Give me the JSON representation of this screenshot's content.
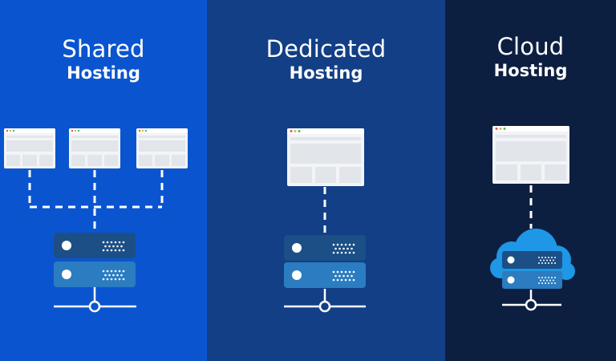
{
  "columns": [
    {
      "title": "Shared",
      "subtitle": "Hosting"
    },
    {
      "title": "Dedicated",
      "subtitle": "Hosting"
    },
    {
      "title": "Cloud",
      "subtitle": "Hosting"
    }
  ],
  "colors": {
    "shared_bg": "#0a55cf",
    "dedicated_bg": "#123f86",
    "cloud_bg": "#0d1f40",
    "server_dark": "#1b4f86",
    "server_light": "#2b7cc0",
    "cloud_fill": "#1d97e6"
  },
  "icons": [
    "browser-window-icon",
    "server-rack-icon",
    "cloud-icon",
    "network-node-icon"
  ]
}
